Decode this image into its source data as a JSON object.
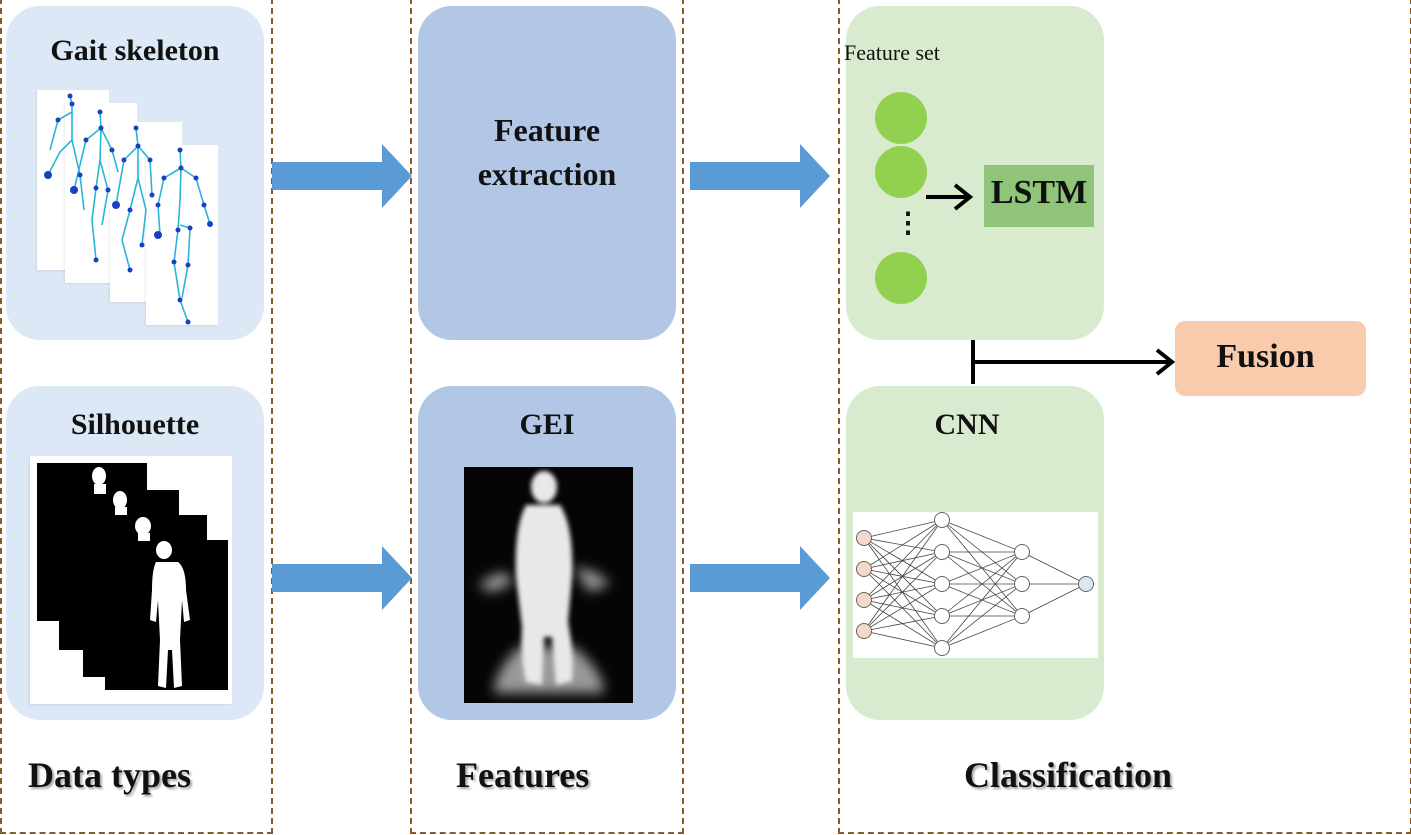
{
  "sections": {
    "data_types": "Data types",
    "features": "Features",
    "classification": "Classification"
  },
  "cards": {
    "gait_skeleton": "Gait skeleton",
    "silhouette": "Silhouette",
    "feature_extraction_line1": "Feature",
    "feature_extraction_line2": "extraction",
    "gei": "GEI",
    "feature_set": "Feature set",
    "lstm": "LSTM",
    "cnn": "CNN",
    "fusion": "Fusion"
  },
  "feature_set_ellipsis": "⋮",
  "colors": {
    "panel_border": "#8a5a2b",
    "data_card": "#dde8f6",
    "feature_card": "#b2c6e6",
    "classify_card": "#d9ebcf",
    "arrow": "#5b9bd5",
    "feature_dot": "#92d050",
    "lstm_box": "#8fc479",
    "fusion_box": "#f8cbad"
  }
}
